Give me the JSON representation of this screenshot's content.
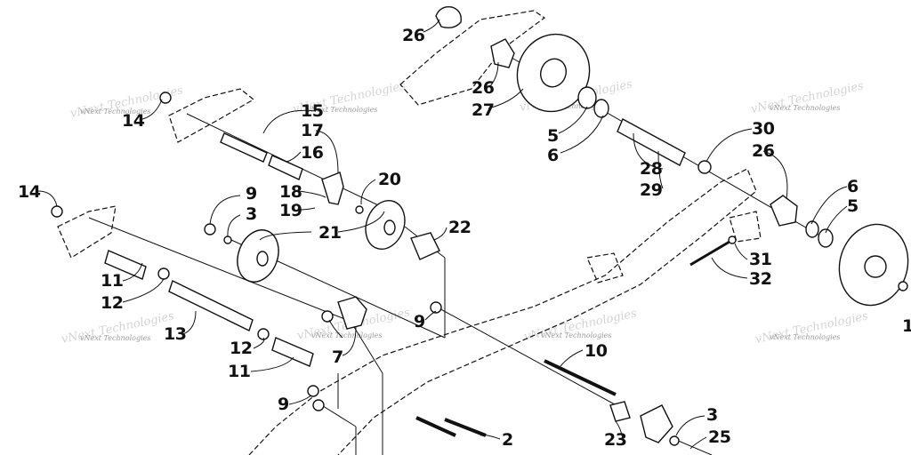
{
  "watermark": "vNext Technologies",
  "callouts": [
    "26",
    "26",
    "27",
    "5",
    "6",
    "15",
    "17",
    "16",
    "14",
    "14",
    "18",
    "19",
    "20",
    "9",
    "3",
    "21",
    "22",
    "11",
    "12",
    "13",
    "12",
    "11",
    "9",
    "7",
    "9",
    "30",
    "26",
    "28",
    "29",
    "6",
    "5",
    "31",
    "32",
    "10",
    "3",
    "25",
    "23",
    "2",
    "1"
  ]
}
